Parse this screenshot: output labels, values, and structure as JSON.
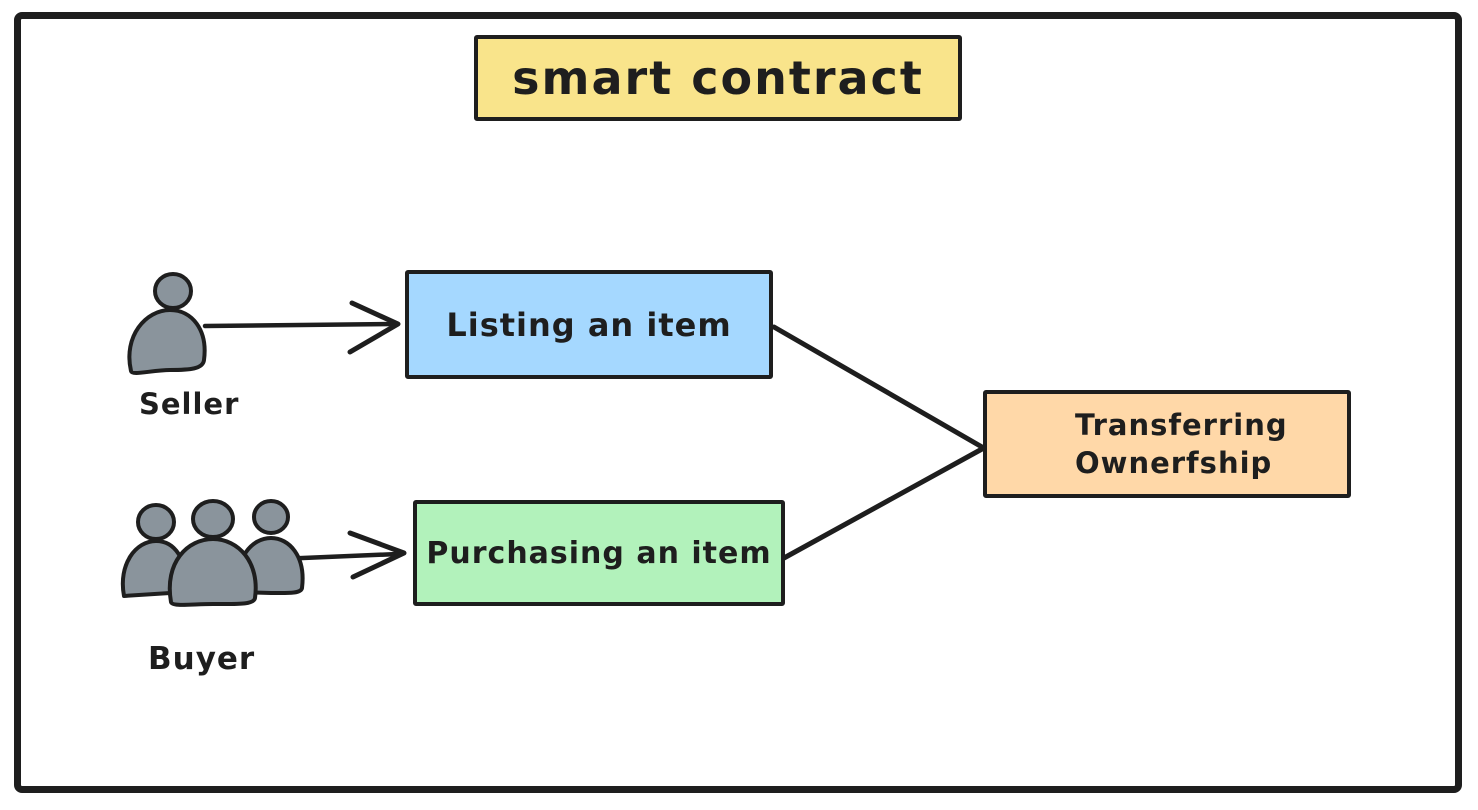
{
  "diagram": {
    "title": "smart contract",
    "nodes": [
      {
        "id": "listing",
        "label": "Listing an item",
        "fill": "#a5d8ff"
      },
      {
        "id": "purchasing",
        "label": "Purchasing an item",
        "fill": "#b2f2bb"
      },
      {
        "id": "transferring",
        "label_lines": [
          "Transferring",
          "Ownerfship"
        ],
        "fill": "#ffd8a8"
      }
    ],
    "actors": [
      {
        "id": "seller",
        "label": "Seller",
        "icon": "single-person-icon"
      },
      {
        "id": "buyer",
        "label": "Buyer",
        "icon": "people-group-icon"
      }
    ],
    "edges": [
      {
        "from": "seller",
        "to": "listing",
        "type": "arrow"
      },
      {
        "from": "buyer",
        "to": "purchasing",
        "type": "arrow"
      },
      {
        "from": "listing",
        "to": "transferring",
        "type": "line"
      },
      {
        "from": "purchasing",
        "to": "transferring",
        "type": "line"
      }
    ],
    "colors": {
      "title_fill": "#f9e48b",
      "listing_fill": "#a5d8ff",
      "purchasing_fill": "#b2f2bb",
      "transferring_fill": "#ffd8a8",
      "actor_fill": "#8a949c",
      "stroke": "#1e1e1e",
      "background": "#ffffff"
    }
  }
}
